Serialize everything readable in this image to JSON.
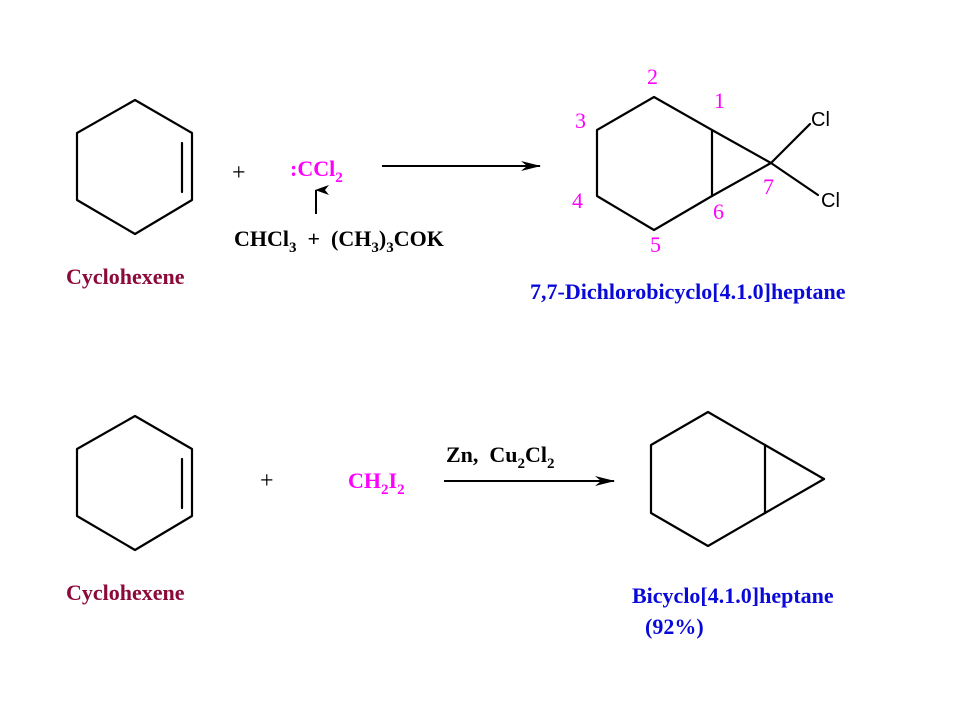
{
  "colors": {
    "reactant_label": "#8b0a3a",
    "product_label": "#0a0ad8",
    "reagent_highlight": "#ff00ff",
    "ink": "#000000"
  },
  "reaction1": {
    "reactant_label": "Cyclohexene",
    "plus": "+",
    "carbene": {
      "main": ":CCl",
      "sub": "2"
    },
    "reagents": [
      {
        "text": "CHCl",
        "sub": "3"
      },
      {
        "text": "  +  (CH",
        "sub": "3"
      },
      {
        "text": ")",
        "sub": "3"
      },
      {
        "text": "COK",
        "sub": ""
      }
    ],
    "product_label": "7,7-Dichlorobicyclo[4.1.0]heptane",
    "substituents": [
      "Cl",
      "Cl"
    ],
    "numbering": [
      "1",
      "2",
      "3",
      "4",
      "5",
      "6",
      "7"
    ]
  },
  "reaction2": {
    "reactant_label": "Cyclohexene",
    "plus": "+",
    "reagent": [
      {
        "text": "CH",
        "sub": "2"
      },
      {
        "text": "I",
        "sub": "2"
      }
    ],
    "conditions": [
      {
        "text": "Zn,  Cu",
        "sub": "2"
      },
      {
        "text": "Cl",
        "sub": "2"
      }
    ],
    "product_label": "Bicyclo[4.1.0]heptane",
    "yield": "(92%)"
  }
}
